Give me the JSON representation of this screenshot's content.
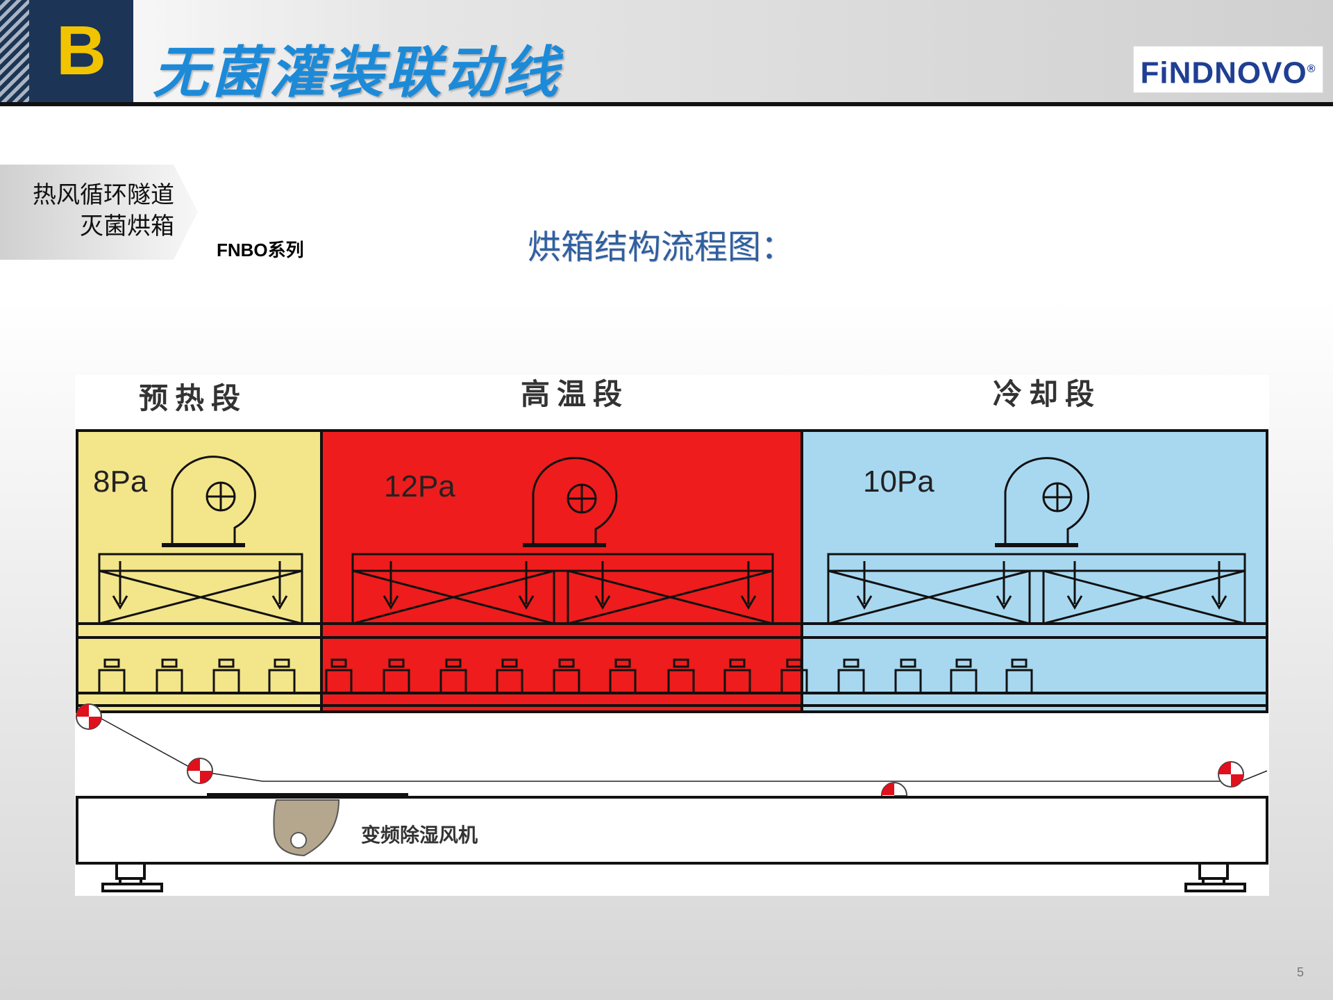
{
  "header": {
    "section_letter": "B",
    "title": "无菌灌装联动线",
    "logo": "FiNDNOVO",
    "logo_mark": "®"
  },
  "side_tab": {
    "line1": "热风循环隧道",
    "line2": "灭菌烘箱"
  },
  "series_label": "FNBO系列",
  "flow_title": "烘箱结构流程图：",
  "diagram": {
    "sections": [
      {
        "name": "预热段",
        "pressure": "8Pa",
        "color": "#f3e58a"
      },
      {
        "name": "高温段",
        "pressure": "12Pa",
        "color": "#ee1c1c"
      },
      {
        "name": "冷却段",
        "pressure": "10Pa",
        "color": "#a8d8f0"
      }
    ],
    "fan_label": "变频除湿风机"
  },
  "page_number": "5"
}
